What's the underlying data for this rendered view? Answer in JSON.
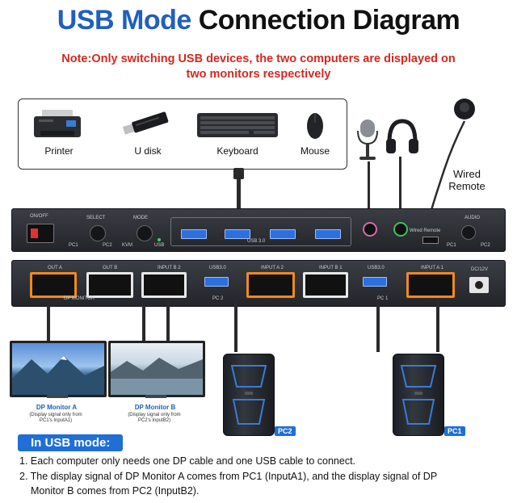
{
  "title": {
    "part1": "USB Mode",
    "part2": "Connection Diagram"
  },
  "note": {
    "line1": "Note:Only switching USB devices, the two computers are displayed on",
    "line2": "two monitors respectively"
  },
  "peripherals": [
    "Printer",
    "U disk",
    "Keyboard",
    "Mouse"
  ],
  "wired_remote": {
    "line1": "Wired",
    "line2": "Remote"
  },
  "front_panel": {
    "onoff": "ON/OFF",
    "select": "SELECT",
    "mode": "MODE",
    "pc1": "PC1",
    "pc2": "PC2",
    "kvm": "KVM",
    "usb": "USB",
    "usb30": "USB 3.0",
    "wired_remote": "Wired Remote",
    "audio": "AUDIO",
    "audio_pc1": "PC1",
    "audio_pc2": "PC2"
  },
  "back_panel": {
    "out_a": "OUT A",
    "out_b": "OUT B",
    "dp_monitor": "DP MONITOR",
    "input_b2": "INPUT B 2",
    "usb30_a": "USB3.0",
    "input_a2": "INPUT A 2",
    "pc2": "PC 2",
    "input_b1": "INPUT B 1",
    "usb30_b": "USB3.0",
    "input_a1": "INPUT A 1",
    "pc1": "PC 1",
    "dc": "DC/12V"
  },
  "monitors": [
    {
      "name": "DP Monitor A",
      "sub1": "(Display signal only from",
      "sub2": "PC1's InputA1)"
    },
    {
      "name": "DP Monitor B",
      "sub1": "(Display signal only from",
      "sub2": "PC2's InputB2)"
    }
  ],
  "pcs": [
    "PC2",
    "PC1"
  ],
  "usb_mode_heading": "In USB mode:",
  "instructions": [
    "1. Each computer only needs one DP cable and one USB cable to connect.",
    "2. The display signal of DP Monitor A comes from PC1 (InputA1), and the display signal of DP",
    "Monitor B comes from PC2 (InputB2)."
  ],
  "colors": {
    "title_blue": "#1f5fbf",
    "note_red": "#d4291f",
    "accent_orange": "#f08a1c",
    "usb_blue": "#2e6fe0",
    "tag_blue": "#1f6fd6"
  }
}
